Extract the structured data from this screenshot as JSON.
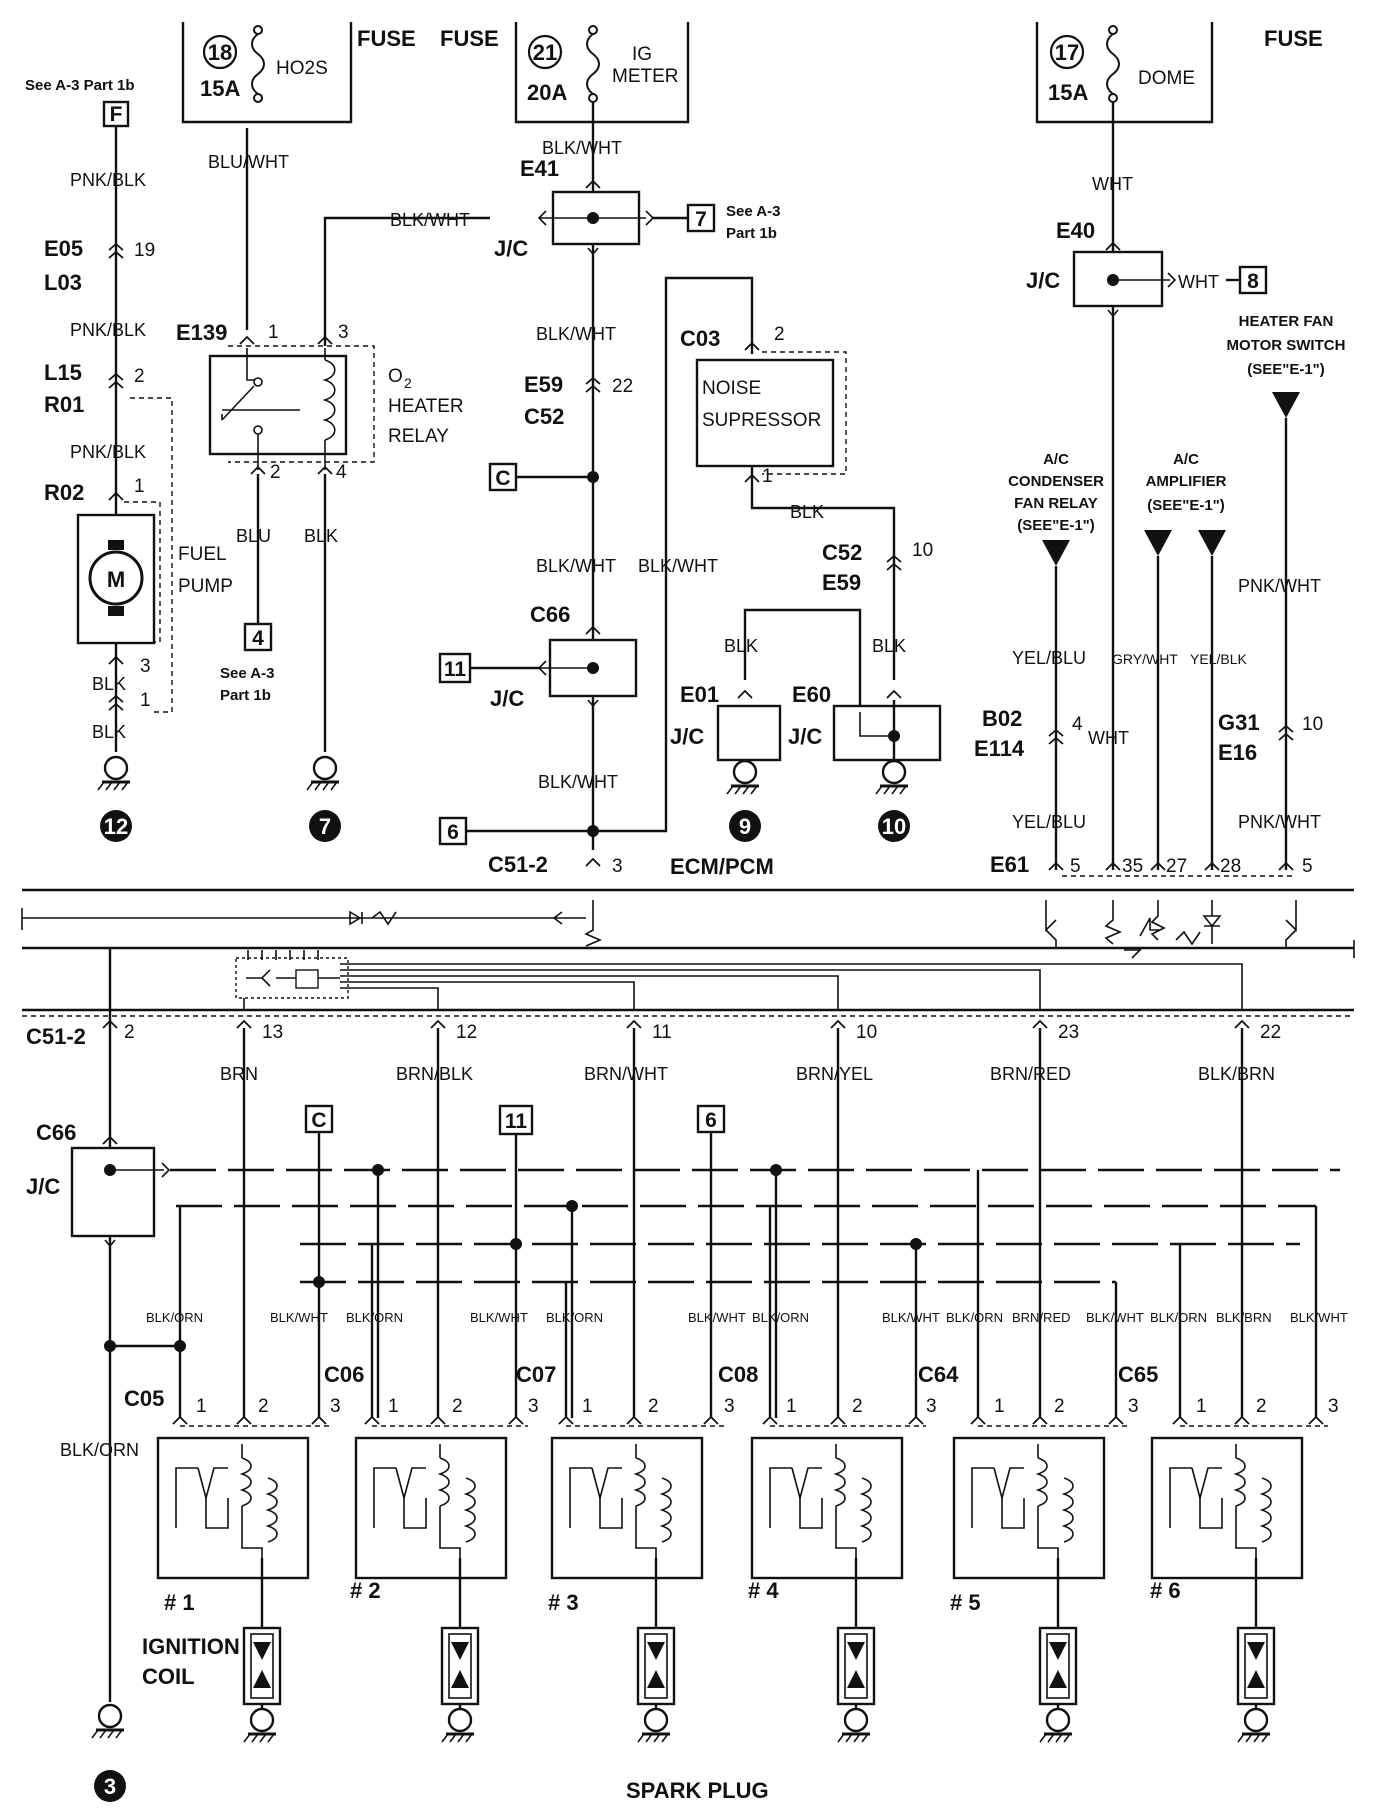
{
  "fuses": [
    {
      "num": "18",
      "amp": "15A",
      "name": "HO2S",
      "label": "FUSE"
    },
    {
      "num": "21",
      "amp": "20A",
      "name1": "IG",
      "name2": "METER",
      "label": "FUSE"
    },
    {
      "num": "17",
      "amp": "15A",
      "name": "DOME",
      "label": "FUSE"
    }
  ],
  "refs": {
    "see_a3_1b": "See A-3 Part 1b",
    "see_a3": "See A-3",
    "part_1b": "Part 1b",
    "F": "F",
    "four": "4",
    "seven": "7",
    "eight": "8",
    "C": "C",
    "eleven": "11",
    "six": "6"
  },
  "wires": {
    "pnk_blk": "PNK/BLK",
    "blu_wht": "BLU/WHT",
    "blk_wht": "BLK/WHT",
    "blu": "BLU",
    "blk": "BLK",
    "wht": "WHT",
    "yel_blu": "YEL/BLU",
    "gry_wht": "GRY/WHT",
    "yel_blk": "YEL/BLK",
    "pnk_wht": "PNK/WHT",
    "blk_orn": "BLK/ORN",
    "brn": "BRN",
    "brn_blk": "BRN/BLK",
    "brn_wht": "BRN/WHT",
    "brn_yel": "BRN/YEL",
    "brn_red": "BRN/RED",
    "blk_brn": "BLK/BRN",
    "blkwht_c": "BLK/WHT",
    "blkorn_c": "BLK/ORN",
    "brnred_c": "BRN/RED",
    "blkbrn_c": "BLK/BRN"
  },
  "connectors": {
    "E05": "E05",
    "L03": "L03",
    "L15": "L15",
    "R01": "R01",
    "R02": "R02",
    "E139": "E139",
    "E41": "E41",
    "E59": "E59",
    "C52": "C52",
    "C66": "C66",
    "C51_2": "C51-2",
    "C03": "C03",
    "E01": "E01",
    "E60": "E60",
    "E40": "E40",
    "B02": "B02",
    "E114": "E114",
    "G31": "G31",
    "E16": "E16",
    "E61": "E61",
    "C05": "C05",
    "C06": "C06",
    "C07": "C07",
    "C08": "C08",
    "C64": "C64",
    "C65": "C65"
  },
  "pins": {
    "p19": "19",
    "p2": "2",
    "p1": "1",
    "p3": "3",
    "p4": "4",
    "p22": "22",
    "p10": "10",
    "p5": "5",
    "p35": "35",
    "p27": "27",
    "p28": "28",
    "p13": "13",
    "p12": "12",
    "p11": "11",
    "p23": "23"
  },
  "components": {
    "fuel_pump_1": "FUEL",
    "fuel_pump_2": "PUMP",
    "motor": "M",
    "o2_1": "O",
    "o2_sub": "2",
    "o2_2": "HEATER",
    "o2_3": "RELAY",
    "jc": "J/C",
    "noise_1": "NOISE",
    "noise_2": "SUPRESSOR",
    "ecm": "ECM/PCM",
    "ac_cond_1": "A/C",
    "ac_cond_2": "CONDENSER",
    "ac_cond_3": "FAN RELAY",
    "ac_cond_4": "(SEE\"E-1\")",
    "ac_amp_1": "A/C",
    "ac_amp_2": "AMPLIFIER",
    "ac_amp_3": "(SEE\"E-1\")",
    "heater_1": "HEATER FAN",
    "heater_2": "MOTOR SWITCH",
    "heater_3": "(SEE\"E-1\")",
    "ignition_1": "IGNITION",
    "ignition_2": "COIL",
    "spark_plug": "SPARK PLUG"
  },
  "grounds": [
    "12",
    "7",
    "9",
    "10",
    "3"
  ],
  "coils": [
    "# 1",
    "# 2",
    "# 3",
    "# 4",
    "# 5",
    "# 6"
  ]
}
